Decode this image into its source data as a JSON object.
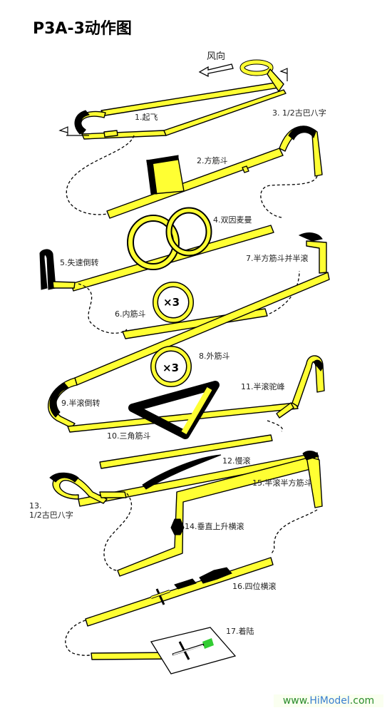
{
  "title": "P3A-3动作图",
  "wind_label": "风向",
  "maneuvers": [
    {
      "id": 1,
      "label": "1.起飞"
    },
    {
      "id": 2,
      "label": "2.方筋斗"
    },
    {
      "id": 3,
      "label": "3. 1/2古巴八字"
    },
    {
      "id": 4,
      "label": "4.双因麦曼"
    },
    {
      "id": 5,
      "label": "5.失速倒转"
    },
    {
      "id": 6,
      "label": "6.内筋斗"
    },
    {
      "id": 7,
      "label": "7.半方筋斗并半滚"
    },
    {
      "id": 8,
      "label": "8.外筋斗"
    },
    {
      "id": 9,
      "label": "9.半滚倒转"
    },
    {
      "id": 10,
      "label": "10.三角筋斗"
    },
    {
      "id": 11,
      "label": "11.半滚驼峰"
    },
    {
      "id": 12,
      "label": "12.慢滚"
    },
    {
      "id": 13,
      "label_line1": "13.",
      "label_line2": "1/2古巴八字"
    },
    {
      "id": 14,
      "label": "14.垂直上升横滚"
    },
    {
      "id": 15,
      "label": "15.半滚半方筋斗"
    },
    {
      "id": 16,
      "label": "16.四位横滚"
    },
    {
      "id": 17,
      "label": "17.着陆"
    }
  ],
  "loop_marks": {
    "inner_loop": "×3",
    "outer_loop": "×3"
  },
  "watermark": {
    "prefix": "www.",
    "brand": "HiModel",
    "suffix": ".com"
  },
  "colors": {
    "ribbon": "#ffff33",
    "inverted": "#000000",
    "outline": "#000000",
    "runway_green": "#33cc33"
  }
}
